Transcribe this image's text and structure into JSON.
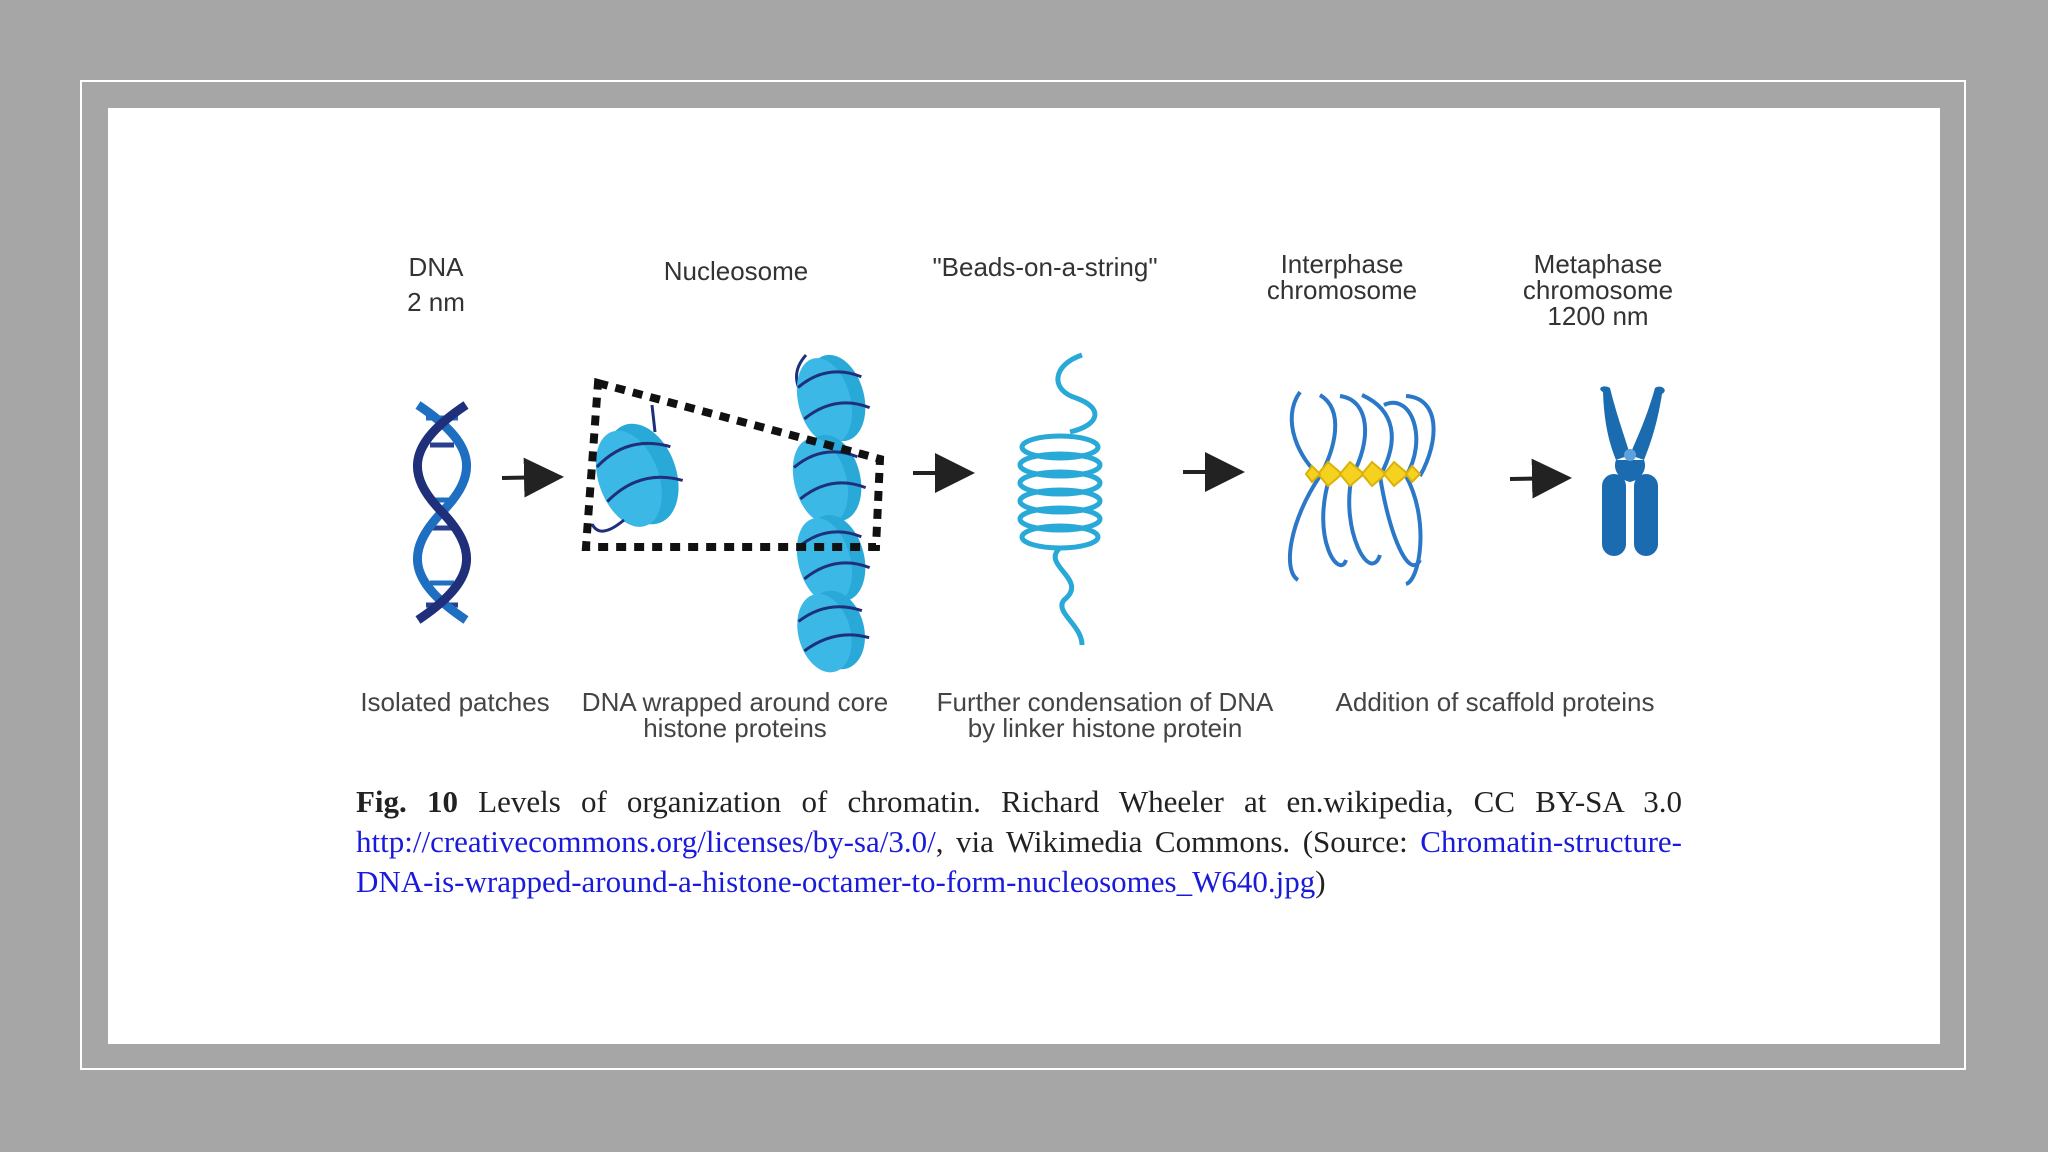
{
  "stages": [
    {
      "title_lines": [
        "DNA",
        "2 nm"
      ],
      "description_lines": [
        "Isolated patches"
      ]
    },
    {
      "title_lines": [
        "Nucleosome"
      ],
      "description_lines": [
        "DNA wrapped around core",
        "histone proteins"
      ]
    },
    {
      "title_lines": [
        "\"Beads-on-a-string\""
      ],
      "description_lines": [
        "Further condensation of DNA",
        "by linker histone protein"
      ]
    },
    {
      "title_lines": [
        "Interphase",
        "chromosome"
      ],
      "description_lines": [
        "Addition of scaffold proteins"
      ]
    },
    {
      "title_lines": [
        "Metaphase",
        "chromosome",
        "1200 nm"
      ],
      "description_lines": []
    }
  ],
  "caption": {
    "fig_label": "Fig. 10",
    "text_1": " Levels of organization of chromatin. Richard Wheeler at en.wikipedia, CC BY-SA 3.0 ",
    "link_1": "http://creativecommons.org/licenses/by-sa/3.0/",
    "text_2": ", via Wikimedia Commons. (Source: ",
    "link_2": "Chromatin-structure-DNA-is-wrapped-around-a-histone-octamer-to-form-nucleosomes_W640.jpg",
    "text_3": ")"
  },
  "colors": {
    "page_bg": "#a6a6a6",
    "panel_bg": "#ffffff",
    "histone_blue": "#29a9d8",
    "dna_dark": "#1f2f7a",
    "dna_blue": "#1e6fc1",
    "chromosome_blue": "#1b6bb0",
    "scaffold_yellow": "#f5d21f",
    "link_blue": "#1a1adb"
  },
  "icons": [
    "dna-helix-icon",
    "nucleosome-icon",
    "beads-on-string-icon",
    "interphase-chromosome-icon",
    "metaphase-chromosome-icon",
    "arrow-right-icon"
  ]
}
